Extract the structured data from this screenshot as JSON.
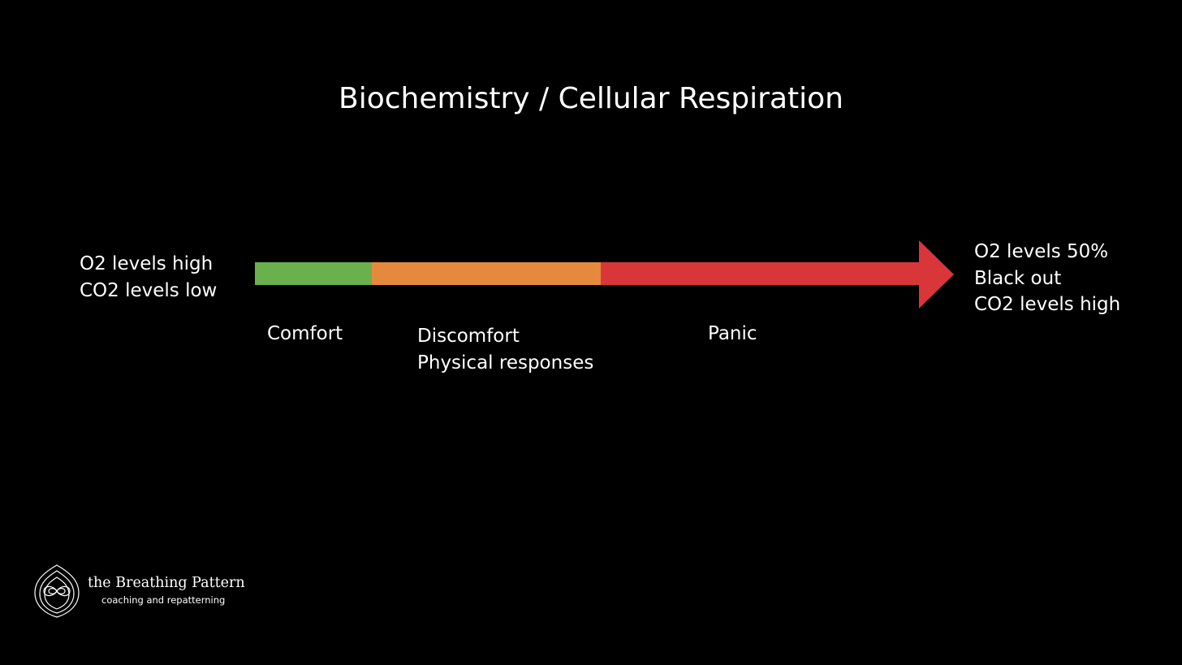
{
  "title": "Biochemistry / Cellular Respiration",
  "start_label": {
    "lines": [
      "O2 levels high",
      "CO2 levels low"
    ]
  },
  "end_label": {
    "lines": [
      "O2 levels 50%",
      "Black out",
      "CO2 levels high"
    ]
  },
  "stages": {
    "comfort": {
      "lines": [
        "Comfort"
      ],
      "color": "#6ab04c"
    },
    "discomfort": {
      "lines": [
        "Discomfort",
        "Physical responses"
      ],
      "color": "#e58a3c"
    },
    "panic": {
      "lines": [
        "Panic"
      ],
      "color": "#d9363a"
    }
  },
  "logo": {
    "name": "the Breathing Pattern",
    "tagline": "coaching and repatterning"
  }
}
